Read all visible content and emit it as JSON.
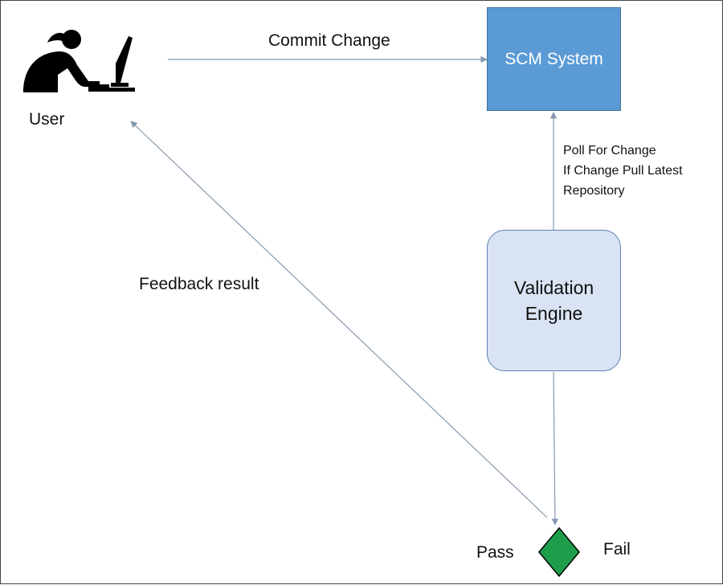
{
  "nodes": {
    "scm": {
      "label": "SCM System",
      "fill": "#5b9bd5"
    },
    "engine": {
      "line1": "Validation",
      "line2": "Engine",
      "fill": "#dae3f3"
    },
    "decision": {
      "fill": "#1e9e4a"
    }
  },
  "labels": {
    "commit": "Commit Change",
    "user": "User",
    "feedback": "Feedback result",
    "poll_lines": [
      "Poll For Change",
      "If Change Pull Latest",
      "Repository"
    ],
    "pass": "Pass",
    "fail": "Fail"
  },
  "icons": {
    "user": "user-at-computer-icon"
  },
  "colors": {
    "arrow": "#8497b0",
    "icon": "#000000"
  }
}
